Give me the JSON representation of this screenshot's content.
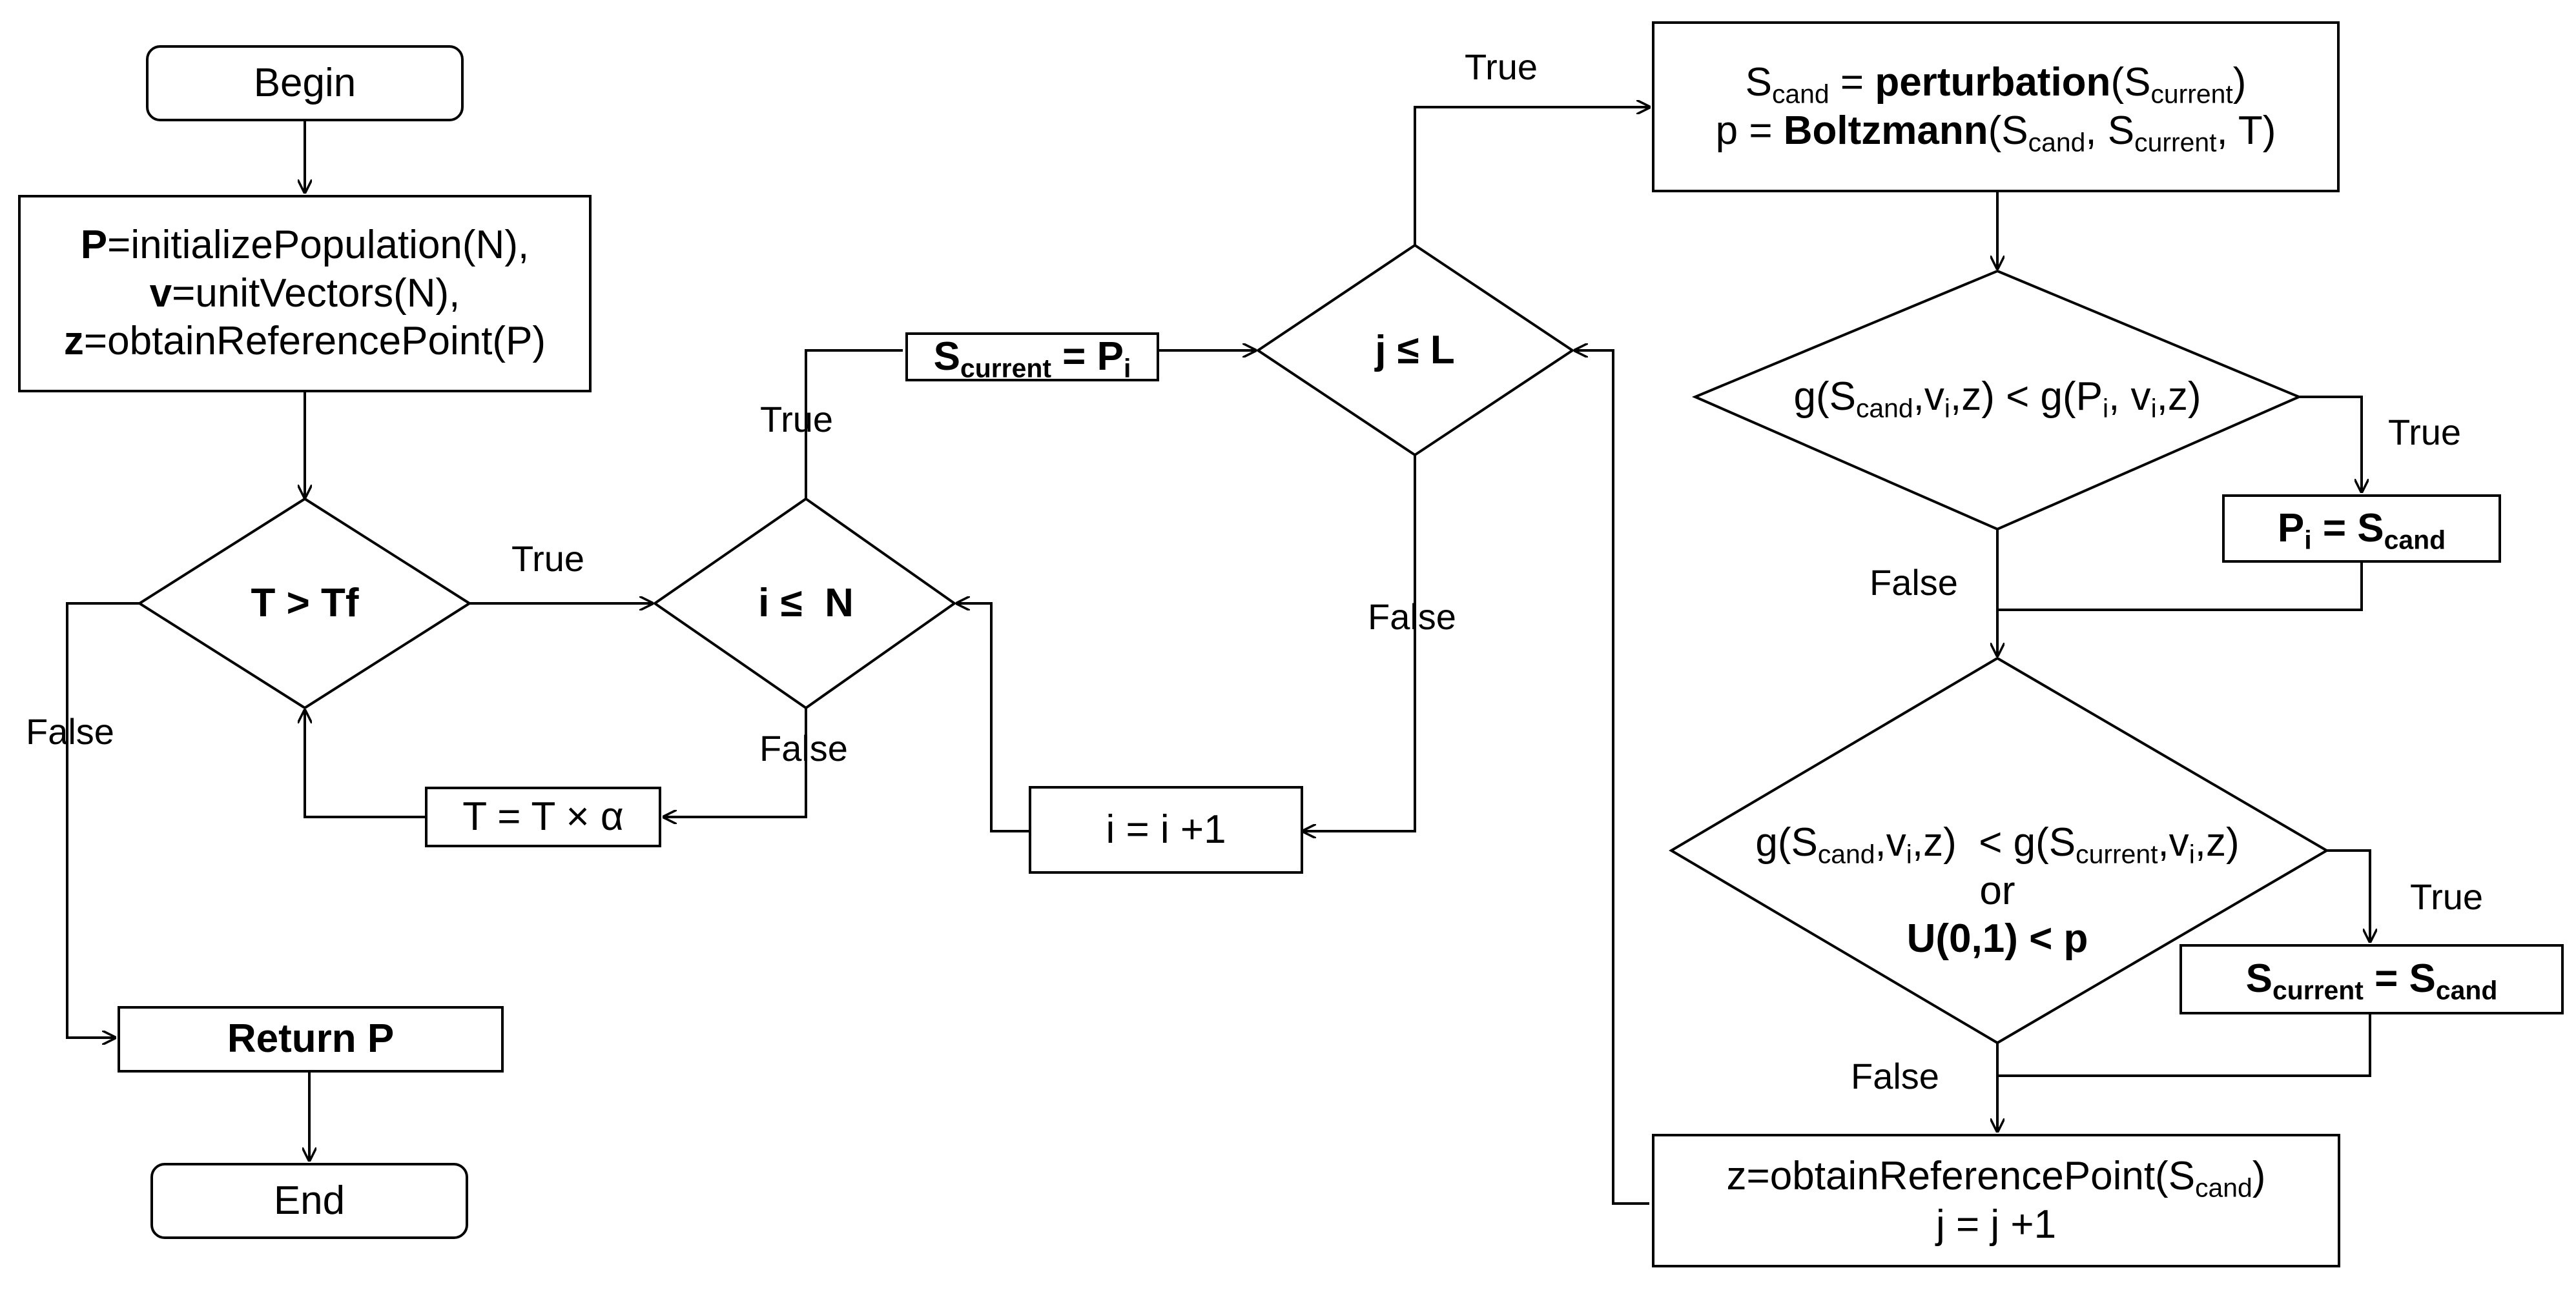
{
  "nodes": {
    "begin": "Begin",
    "init": {
      "l1_var": "P",
      "l1_rest": "=initializePopulation(N),",
      "l2_var": "v",
      "l2_rest": "=unitVectors(N),",
      "l3_var": "z",
      "l3_rest": "=obtainReferencePoint(P)"
    },
    "t_check": "T > Tf",
    "i_check": "i ≤  N",
    "scur_assign": {
      "s": "S",
      "sub": "current",
      "eq": " = P",
      "sub2": "i"
    },
    "j_check": "j ≤ L",
    "perturb": {
      "l1_s": "S",
      "l1_sub": "cand",
      "l1_eq": " = ",
      "l1_fn": "perturbation",
      "l1_open": "(S",
      "l1_sub2": "current",
      "l1_close": ")",
      "l2_a": "p = ",
      "l2_fn": "Boltzmann",
      "l2_b": "(S",
      "l2_sub1": "cand",
      "l2_c": ", S",
      "l2_sub2": "current",
      "l2_d": ", T)"
    },
    "g_cond1": {
      "a": "g(S",
      "s1": "cand",
      "b": ",v",
      "s2": "i",
      "c": ",z) < g(P",
      "s3": "i",
      "d": ", v",
      "s4": "i",
      "e": ",z)"
    },
    "pi_assign": {
      "a": "P",
      "s1": "i",
      "b": " = S",
      "s2": "cand"
    },
    "g_cond2": {
      "a": "g(S",
      "s1": "cand",
      "b": ",v",
      "s2": "i",
      "c": ",z)  < g(S",
      "s3": "current",
      "d": ",v",
      "s4": "i",
      "e": ",z)",
      "or": "or",
      "u": "U(0,1) < p"
    },
    "scur_cand": {
      "a": "S",
      "s1": "current",
      "b": " = S",
      "s2": "cand"
    },
    "z_update": {
      "a": "z=obtainReferencePoint(S",
      "s1": "cand",
      "b": ")",
      "l2": "j = j +1"
    },
    "i_inc": "i = i +1",
    "t_update": "T = T × α",
    "return": "Return P",
    "end": "End"
  },
  "edge_labels": {
    "t_true": "True",
    "t_false": "False",
    "i_true": "True",
    "i_false": "False",
    "j_true": "True",
    "j_false": "False",
    "g1_true": "True",
    "g1_false": "False",
    "g2_true": "True",
    "g2_false": "False"
  }
}
